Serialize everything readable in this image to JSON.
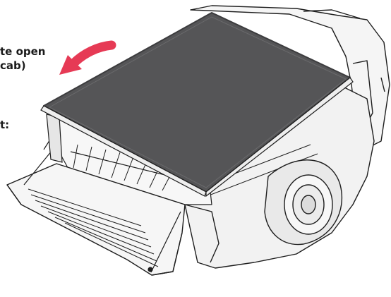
{
  "instruction": {
    "line1": "te open",
    "line2": "cab)",
    "line3": "t:"
  },
  "colors": {
    "arrow": "#e63a55",
    "cover": "#555557",
    "cover_edge": "#3c3c3e",
    "outline": "#1e1e1e",
    "body_fill": "#f4f4f4",
    "shade": "#e4e4e4"
  },
  "icons": {
    "arrow": "curved-arrow-icon"
  }
}
